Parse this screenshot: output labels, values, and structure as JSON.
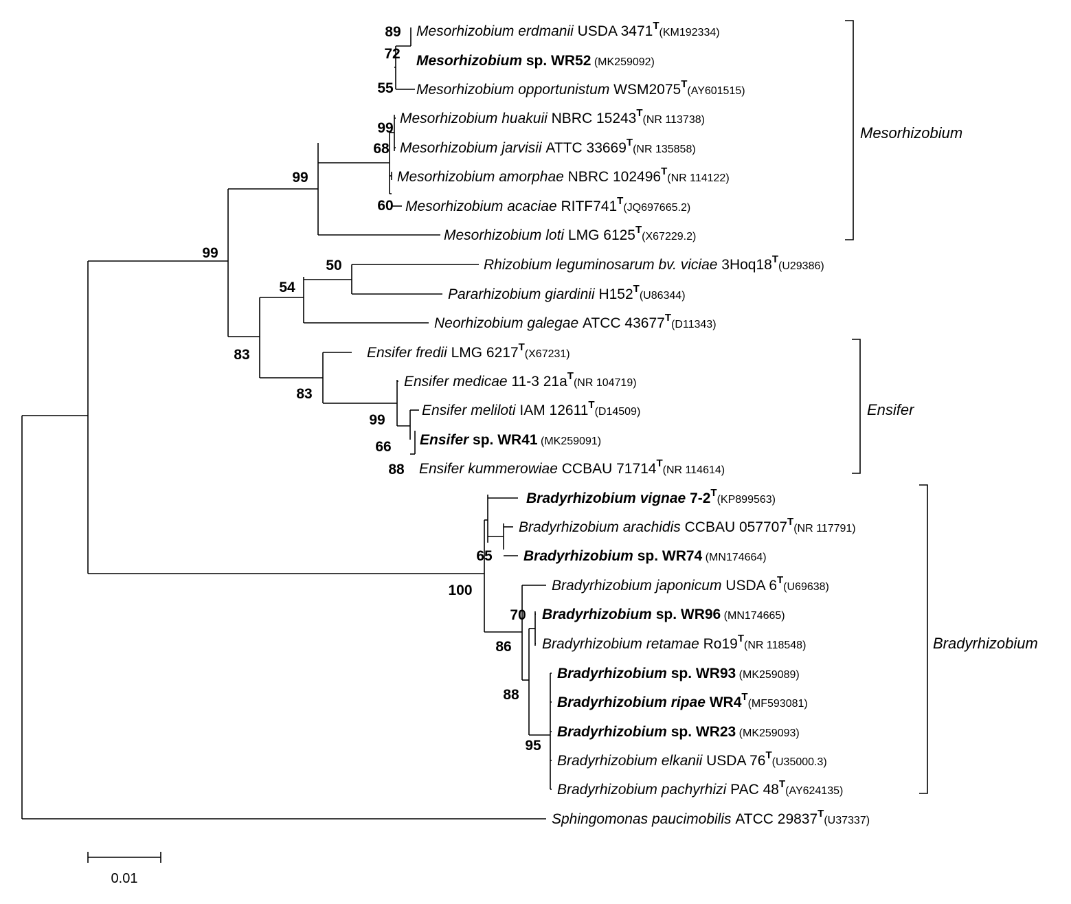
{
  "taxa": [
    {
      "genus": "Mesorhizobium",
      "epithet": "erdmanii",
      "strain": "USDA 3471",
      "type": true,
      "accession": "(KM192334)",
      "bold": false
    },
    {
      "genus": "Mesorhizobium",
      "epithet": "sp.",
      "strain": "WR52",
      "type": false,
      "accession": "(MK259092)",
      "bold": true
    },
    {
      "genus": "Mesorhizobium",
      "epithet": "opportunistum",
      "strain": "WSM2075",
      "type": true,
      "accession": "(AY601515)",
      "bold": false
    },
    {
      "genus": "Mesorhizobium",
      "epithet": "huakuii",
      "strain": "NBRC 15243",
      "type": true,
      "accession": "(NR 113738)",
      "bold": false
    },
    {
      "genus": "Mesorhizobium",
      "epithet": "jarvisii",
      "strain": "ATTC 33669",
      "type": true,
      "accession": "(NR 135858)",
      "bold": false
    },
    {
      "genus": "Mesorhizobium",
      "epithet": "amorphae",
      "strain": "NBRC 102496",
      "type": true,
      "accession": "(NR 114122)",
      "bold": false
    },
    {
      "genus": "Mesorhizobium",
      "epithet": "acaciae",
      "strain": "RITF741",
      "type": true,
      "accession": "(JQ697665.2)",
      "bold": false
    },
    {
      "genus": "Mesorhizobium",
      "epithet": "loti",
      "strain": "LMG 6125",
      "type": true,
      "accession": "(X67229.2)",
      "bold": false
    },
    {
      "genus": "Rhizobium",
      "epithet": "leguminosarum bv. viciae",
      "strain": "3Hoq18",
      "type": true,
      "accession": "(U29386)",
      "bold": false
    },
    {
      "genus": "Pararhizobium",
      "epithet": "giardinii",
      "strain": "H152",
      "type": true,
      "accession": "(U86344)",
      "bold": false
    },
    {
      "genus": "Neorhizobium",
      "epithet": "galegae",
      "strain": "ATCC 43677",
      "type": true,
      "accession": "(D11343)",
      "bold": false
    },
    {
      "genus": "Ensifer",
      "epithet": "fredii",
      "strain": "LMG 6217",
      "type": true,
      "accession": "(X67231)",
      "bold": false
    },
    {
      "genus": "Ensifer",
      "epithet": "medicae",
      "strain": "11-3 21a",
      "type": true,
      "accession": "(NR 104719)",
      "bold": false
    },
    {
      "genus": "Ensifer",
      "epithet": "meliloti",
      "strain": "IAM 12611",
      "type": true,
      "accession": "(D14509)",
      "bold": false
    },
    {
      "genus": "Ensifer",
      "epithet": "sp.",
      "strain": "WR41",
      "type": false,
      "accession": "(MK259091)",
      "bold": true
    },
    {
      "genus": "Ensifer",
      "epithet": "kummerowiae",
      "strain": "CCBAU 71714",
      "type": true,
      "accession": "(NR 114614)",
      "bold": false
    },
    {
      "genus": "Bradyrhizobium",
      "epithet": "vignae",
      "strain": "7-2",
      "type": true,
      "accession": "(KP899563)",
      "bold": true
    },
    {
      "genus": "Bradyrhizobium",
      "epithet": "arachidis",
      "strain": "CCBAU 057707",
      "type": true,
      "accession": "(NR 117791)",
      "bold": false
    },
    {
      "genus": "Bradyrhizobium",
      "epithet": "sp.",
      "strain": "WR74",
      "type": false,
      "accession": "(MN174664)",
      "bold": true
    },
    {
      "genus": "Bradyrhizobium",
      "epithet": "japonicum",
      "strain": "USDA 6",
      "type": true,
      "accession": "(U69638)",
      "bold": false
    },
    {
      "genus": "Bradyrhizobium",
      "epithet": "sp.",
      "strain": "WR96",
      "type": false,
      "accession": "(MN174665)",
      "bold": true
    },
    {
      "genus": "Bradyrhizobium",
      "epithet": "retamae",
      "strain": "Ro19",
      "type": true,
      "accession": "(NR 118548)",
      "bold": false
    },
    {
      "genus": "Bradyrhizobium",
      "epithet": "sp.",
      "strain": "WR93",
      "type": false,
      "accession": "(MK259089)",
      "bold": true
    },
    {
      "genus": "Bradyrhizobium",
      "epithet": "ripae",
      "strain": "WR4",
      "type": true,
      "accession": "(MF593081)",
      "bold": true
    },
    {
      "genus": "Bradyrhizobium",
      "epithet": "sp.",
      "strain": "WR23",
      "type": false,
      "accession": "(MK259093)",
      "bold": true
    },
    {
      "genus": "Bradyrhizobium",
      "epithet": "elkanii",
      "strain": "USDA 76",
      "type": true,
      "accession": "(U35000.3)",
      "bold": false
    },
    {
      "genus": "Bradyrhizobium",
      "epithet": "pachyrhizi",
      "strain": "PAC 48",
      "type": true,
      "accession": "(AY624135)",
      "bold": false
    },
    {
      "genus": "Sphingomonas",
      "epithet": "paucimobilis",
      "strain": "ATCC 29837",
      "type": true,
      "accession": "(U37337)",
      "bold": false
    }
  ],
  "type_marker": "T",
  "bootstrap": [
    "89",
    "72",
    "55",
    "99",
    "68",
    "60",
    "99",
    "99",
    "50",
    "54",
    "83",
    "83",
    "99",
    "66",
    "88",
    "65",
    "100",
    "70",
    "86",
    "88",
    "95"
  ],
  "clades": [
    "Mesorhizobium",
    "Ensifer",
    "Bradyrhizobium"
  ],
  "scale_bar": {
    "label": "0.01"
  }
}
